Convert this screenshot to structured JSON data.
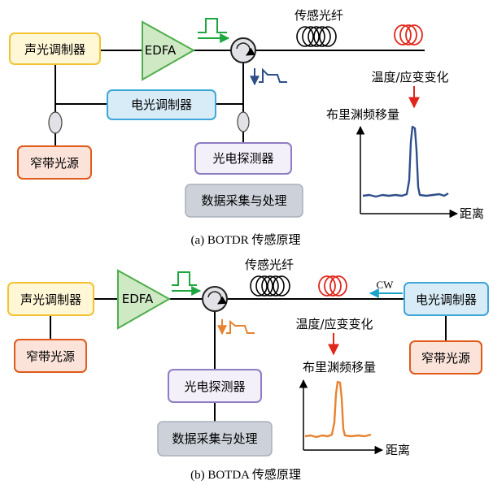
{
  "colors": {
    "yellow_fill": "#FFF7D6",
    "yellow_border": "#F3C233",
    "orange_fill": "#FBE3DA",
    "orange_border": "#E05A1A",
    "blue_fill": "#D8ECF7",
    "blue_border": "#3EA6D8",
    "purple_fill": "#F3F0FA",
    "purple_border": "#8E7CC3",
    "gray_fill": "#CDD2DA",
    "gray_border": "#A9B0BC",
    "edfa_fill": "#CFE9C4",
    "edfa_border": "#4FAE4B",
    "pulse_green": "#1FA640",
    "trace_blue": "#2F4F8A",
    "trace_orange": "#E8822E",
    "ring_red": "#E0261A",
    "cw_cyan": "#1BA3C9",
    "arrow_red": "#E0261A"
  },
  "panel_a": {
    "acousto_optic_modulator": "声光调制器",
    "edfa": "EDFA",
    "sensing_fiber": "传感光纤",
    "electro_optic_modulator": "电光调制器",
    "narrow_linewidth_source": "窄带光源",
    "photodetector": "光电探测器",
    "data_acquisition": "数据采集与处理",
    "temp_strain_change": "温度/应变变化",
    "brillouin_shift": "布里渊频移量",
    "distance": "距离",
    "caption": "(a) BOTDR 传感原理"
  },
  "panel_b": {
    "acousto_optic_modulator": "声光调制器",
    "edfa": "EDFA",
    "sensing_fiber": "传感光纤",
    "cw": "CW",
    "electro_optic_modulator": "电光调制器",
    "narrow_linewidth_source_left": "窄带光源",
    "narrow_linewidth_source_right": "窄带光源",
    "temp_strain_change": "温度/应变变化",
    "photodetector": "光电探测器",
    "data_acquisition": "数据采集与处理",
    "brillouin_shift": "布里渊频移量",
    "distance": "距离",
    "caption": "(b) BOTDA 传感原理"
  }
}
